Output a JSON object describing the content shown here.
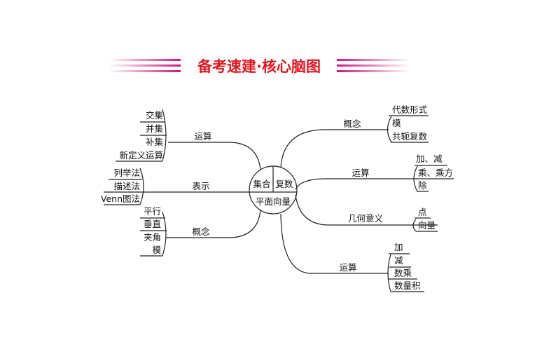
{
  "title": "备考速建·核心脑图",
  "colors": {
    "title": "#e3151f",
    "banner": "#d0147a"
  },
  "center": {
    "top_left": "集合",
    "top_right": "复数",
    "bottom": "平面向量"
  },
  "left": [
    {
      "label": "运算",
      "items": [
        "交集",
        "并集",
        "补集",
        "新定义运算"
      ]
    },
    {
      "label": "表示",
      "items": [
        "列举法",
        "描述法",
        "Venn图法"
      ]
    },
    {
      "label": "概念",
      "items": [
        "平行",
        "垂直",
        "夹角",
        "模"
      ]
    }
  ],
  "right": [
    {
      "label": "概念",
      "items": [
        "代数形式",
        "模",
        "共轭复数"
      ]
    },
    {
      "label": "运算",
      "items": [
        "加、减",
        "乘、乘方",
        "除"
      ]
    },
    {
      "label": "几何意义",
      "items": [
        "点",
        "向量"
      ]
    },
    {
      "label": "运算",
      "items": [
        "加",
        "减",
        "数乘",
        "数量积"
      ]
    }
  ]
}
